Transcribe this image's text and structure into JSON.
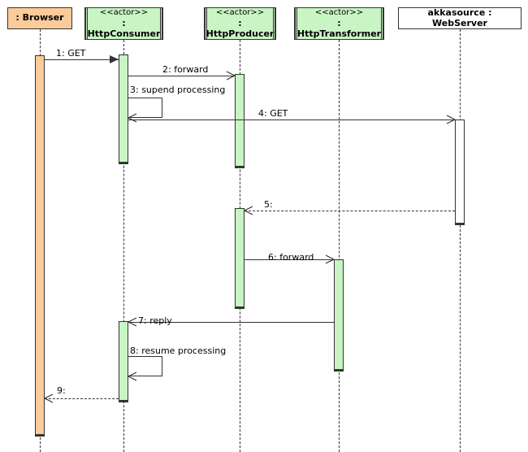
{
  "diagram": {
    "type": "uml-sequence-diagram",
    "colors": {
      "browser_fill": "#fbcb9a",
      "actor_fill": "#c9f5c4",
      "plain_fill": "#ffffff",
      "line": "#333333",
      "background": "#ffffff"
    },
    "participants": [
      {
        "id": "browser",
        "stereotype": "",
        "name": ": Browser",
        "style": "browser"
      },
      {
        "id": "consumer",
        "stereotype": "<<actor>>",
        "name": ": HttpConsumer",
        "style": "actor"
      },
      {
        "id": "producer",
        "stereotype": "<<actor>>",
        "name": ": HttpProducer",
        "style": "actor"
      },
      {
        "id": "transformer",
        "stereotype": "<<actor>>",
        "name": ": HttpTransformer",
        "style": "actor"
      },
      {
        "id": "webserver",
        "stereotype": "",
        "name": "akkasource : WebServer",
        "style": "plain"
      }
    ],
    "messages": [
      {
        "seq": "1",
        "label": "1: GET",
        "from": "browser",
        "to": "consumer",
        "kind": "call"
      },
      {
        "seq": "2",
        "label": "2: forward",
        "from": "consumer",
        "to": "producer",
        "kind": "call"
      },
      {
        "seq": "3",
        "label": "3: supend processing",
        "from": "consumer",
        "to": "consumer",
        "kind": "self"
      },
      {
        "seq": "4",
        "label": "4: GET",
        "from": "consumer",
        "to": "webserver",
        "kind": "call"
      },
      {
        "seq": "5",
        "label": "5:",
        "from": "webserver",
        "to": "producer",
        "kind": "return"
      },
      {
        "seq": "6",
        "label": "6: forward",
        "from": "producer",
        "to": "transformer",
        "kind": "call"
      },
      {
        "seq": "7",
        "label": "7: reply",
        "from": "transformer",
        "to": "consumer",
        "kind": "call"
      },
      {
        "seq": "8",
        "label": "8: resume processing",
        "from": "consumer",
        "to": "consumer",
        "kind": "self"
      },
      {
        "seq": "9",
        "label": "9:",
        "from": "consumer",
        "to": "browser",
        "kind": "return"
      }
    ]
  }
}
